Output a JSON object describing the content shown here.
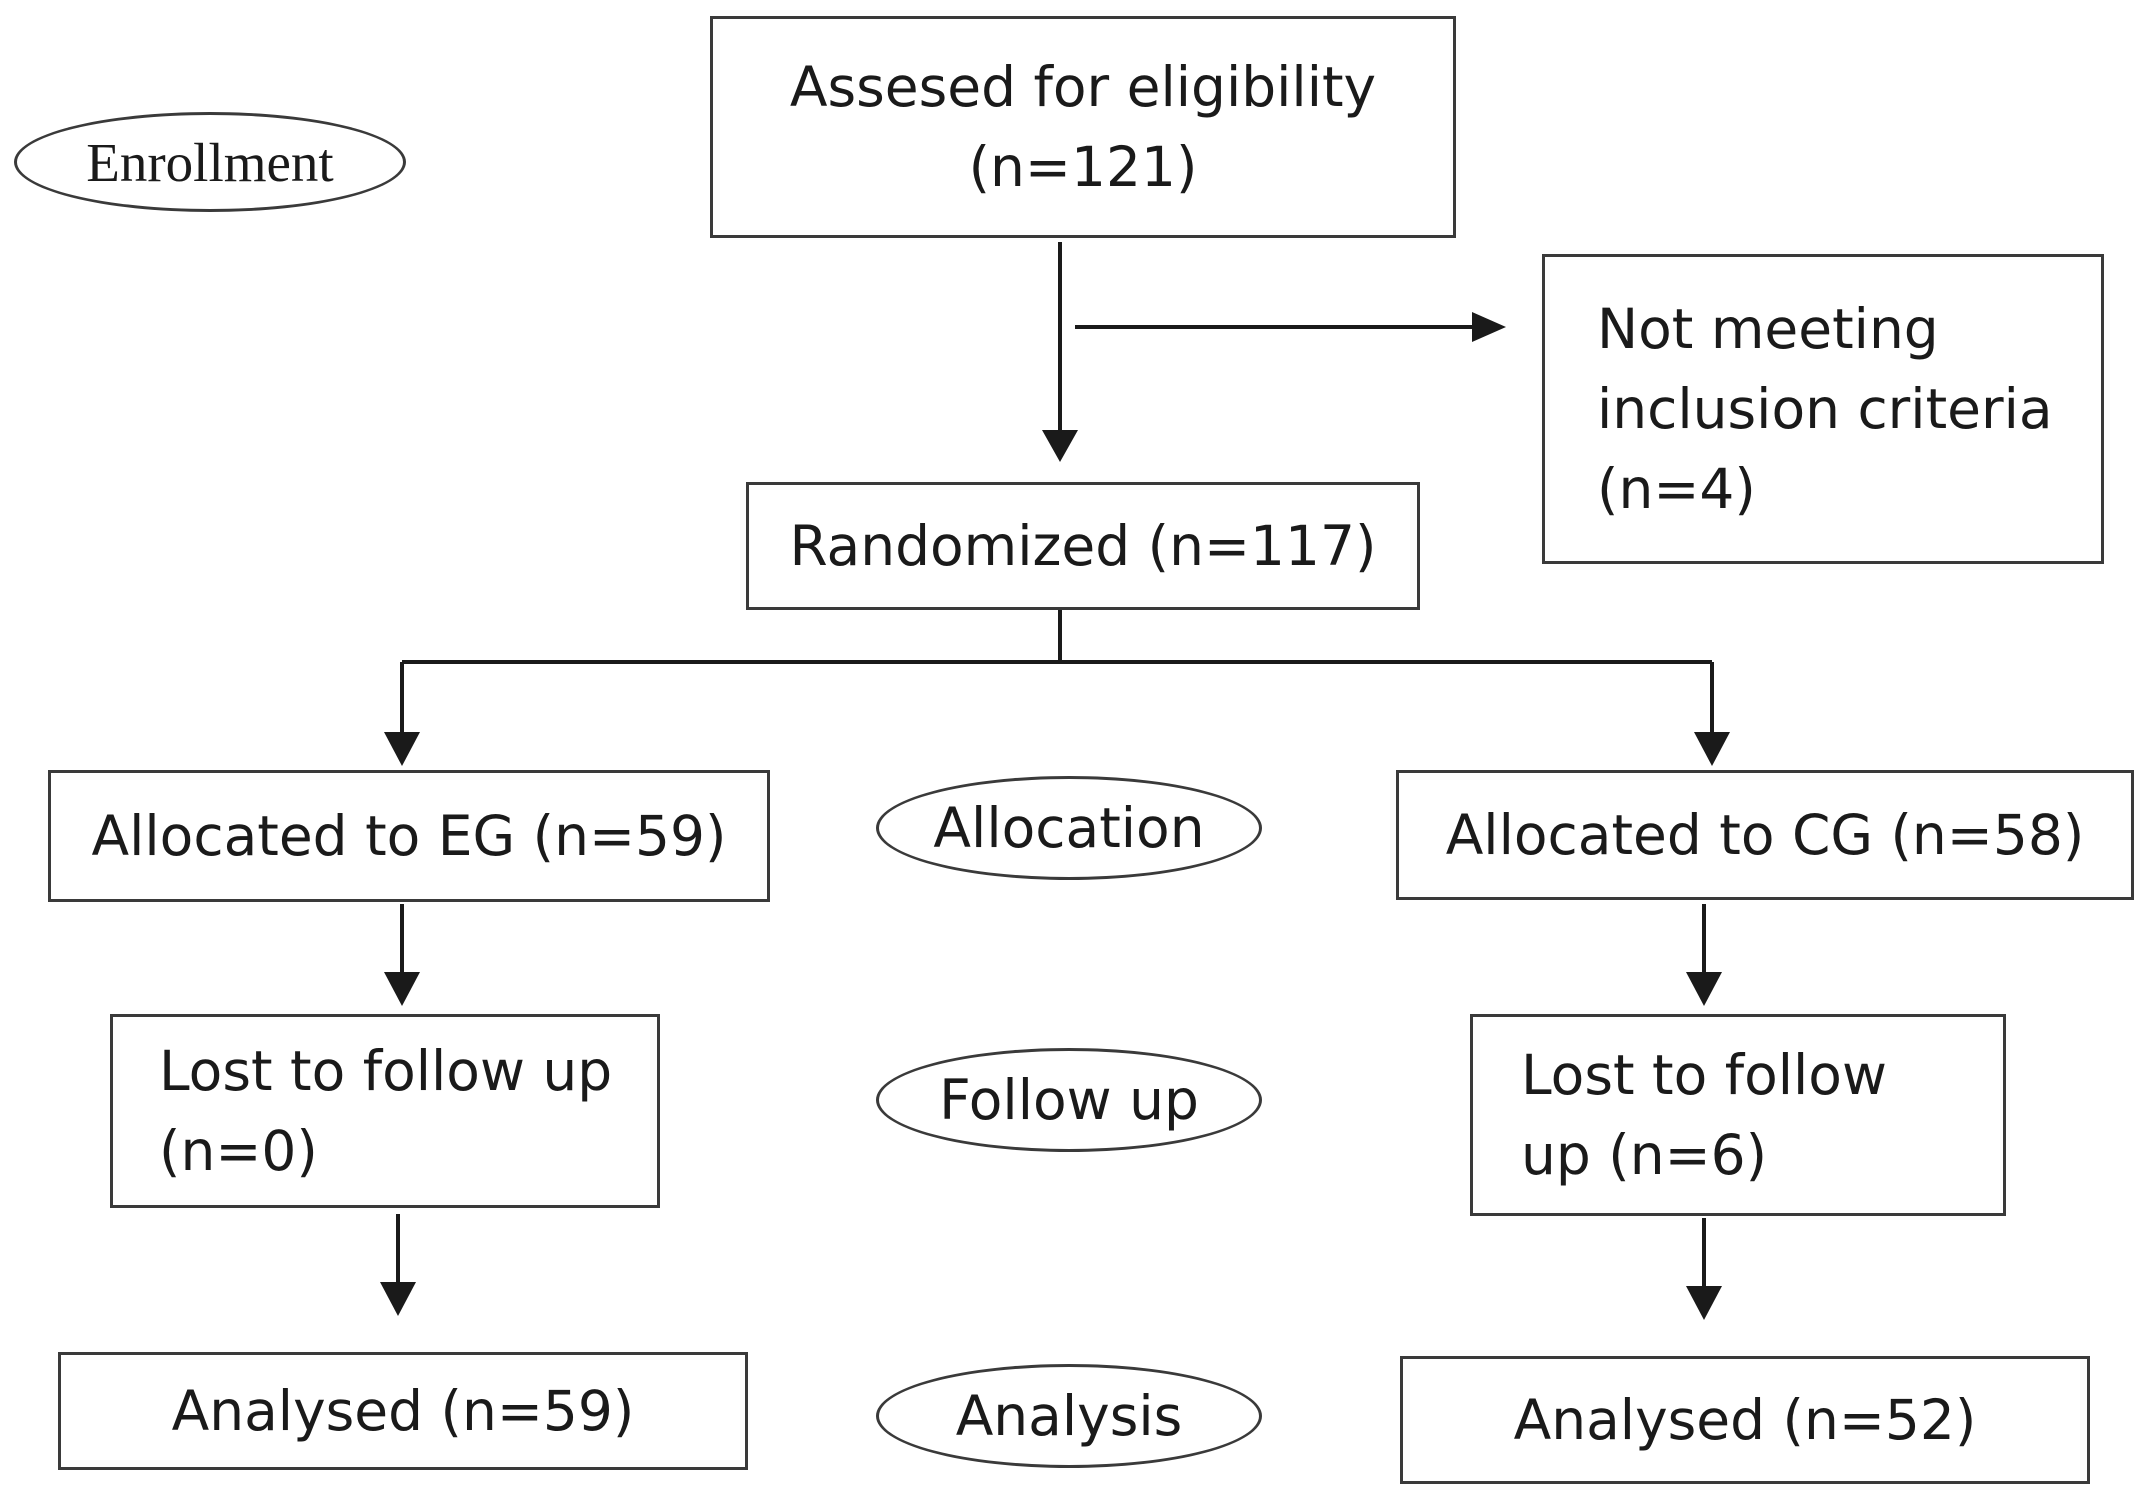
{
  "stages": {
    "enrollment": "Enrollment",
    "allocation": "Allocation",
    "follow_up": "Follow up",
    "analysis": "Analysis"
  },
  "boxes": {
    "assessed": {
      "line1": "Assesed for eligibility",
      "line2": "(n=121)"
    },
    "excluded": {
      "line1": "Not meeting",
      "line2": "inclusion criteria",
      "line3": "(n=4)"
    },
    "randomized": "Randomized (n=117)",
    "allocated_eg": "Allocated to EG (n=59)",
    "allocated_cg": "Allocated to CG (n=58)",
    "lost_eg": {
      "line1": "Lost to follow up",
      "line2": "(n=0)"
    },
    "lost_cg": {
      "line1": "Lost to follow",
      "line2": "up (n=6)"
    },
    "analysed_eg": "Analysed (n=59)",
    "analysed_cg": "Analysed (n=52)"
  }
}
